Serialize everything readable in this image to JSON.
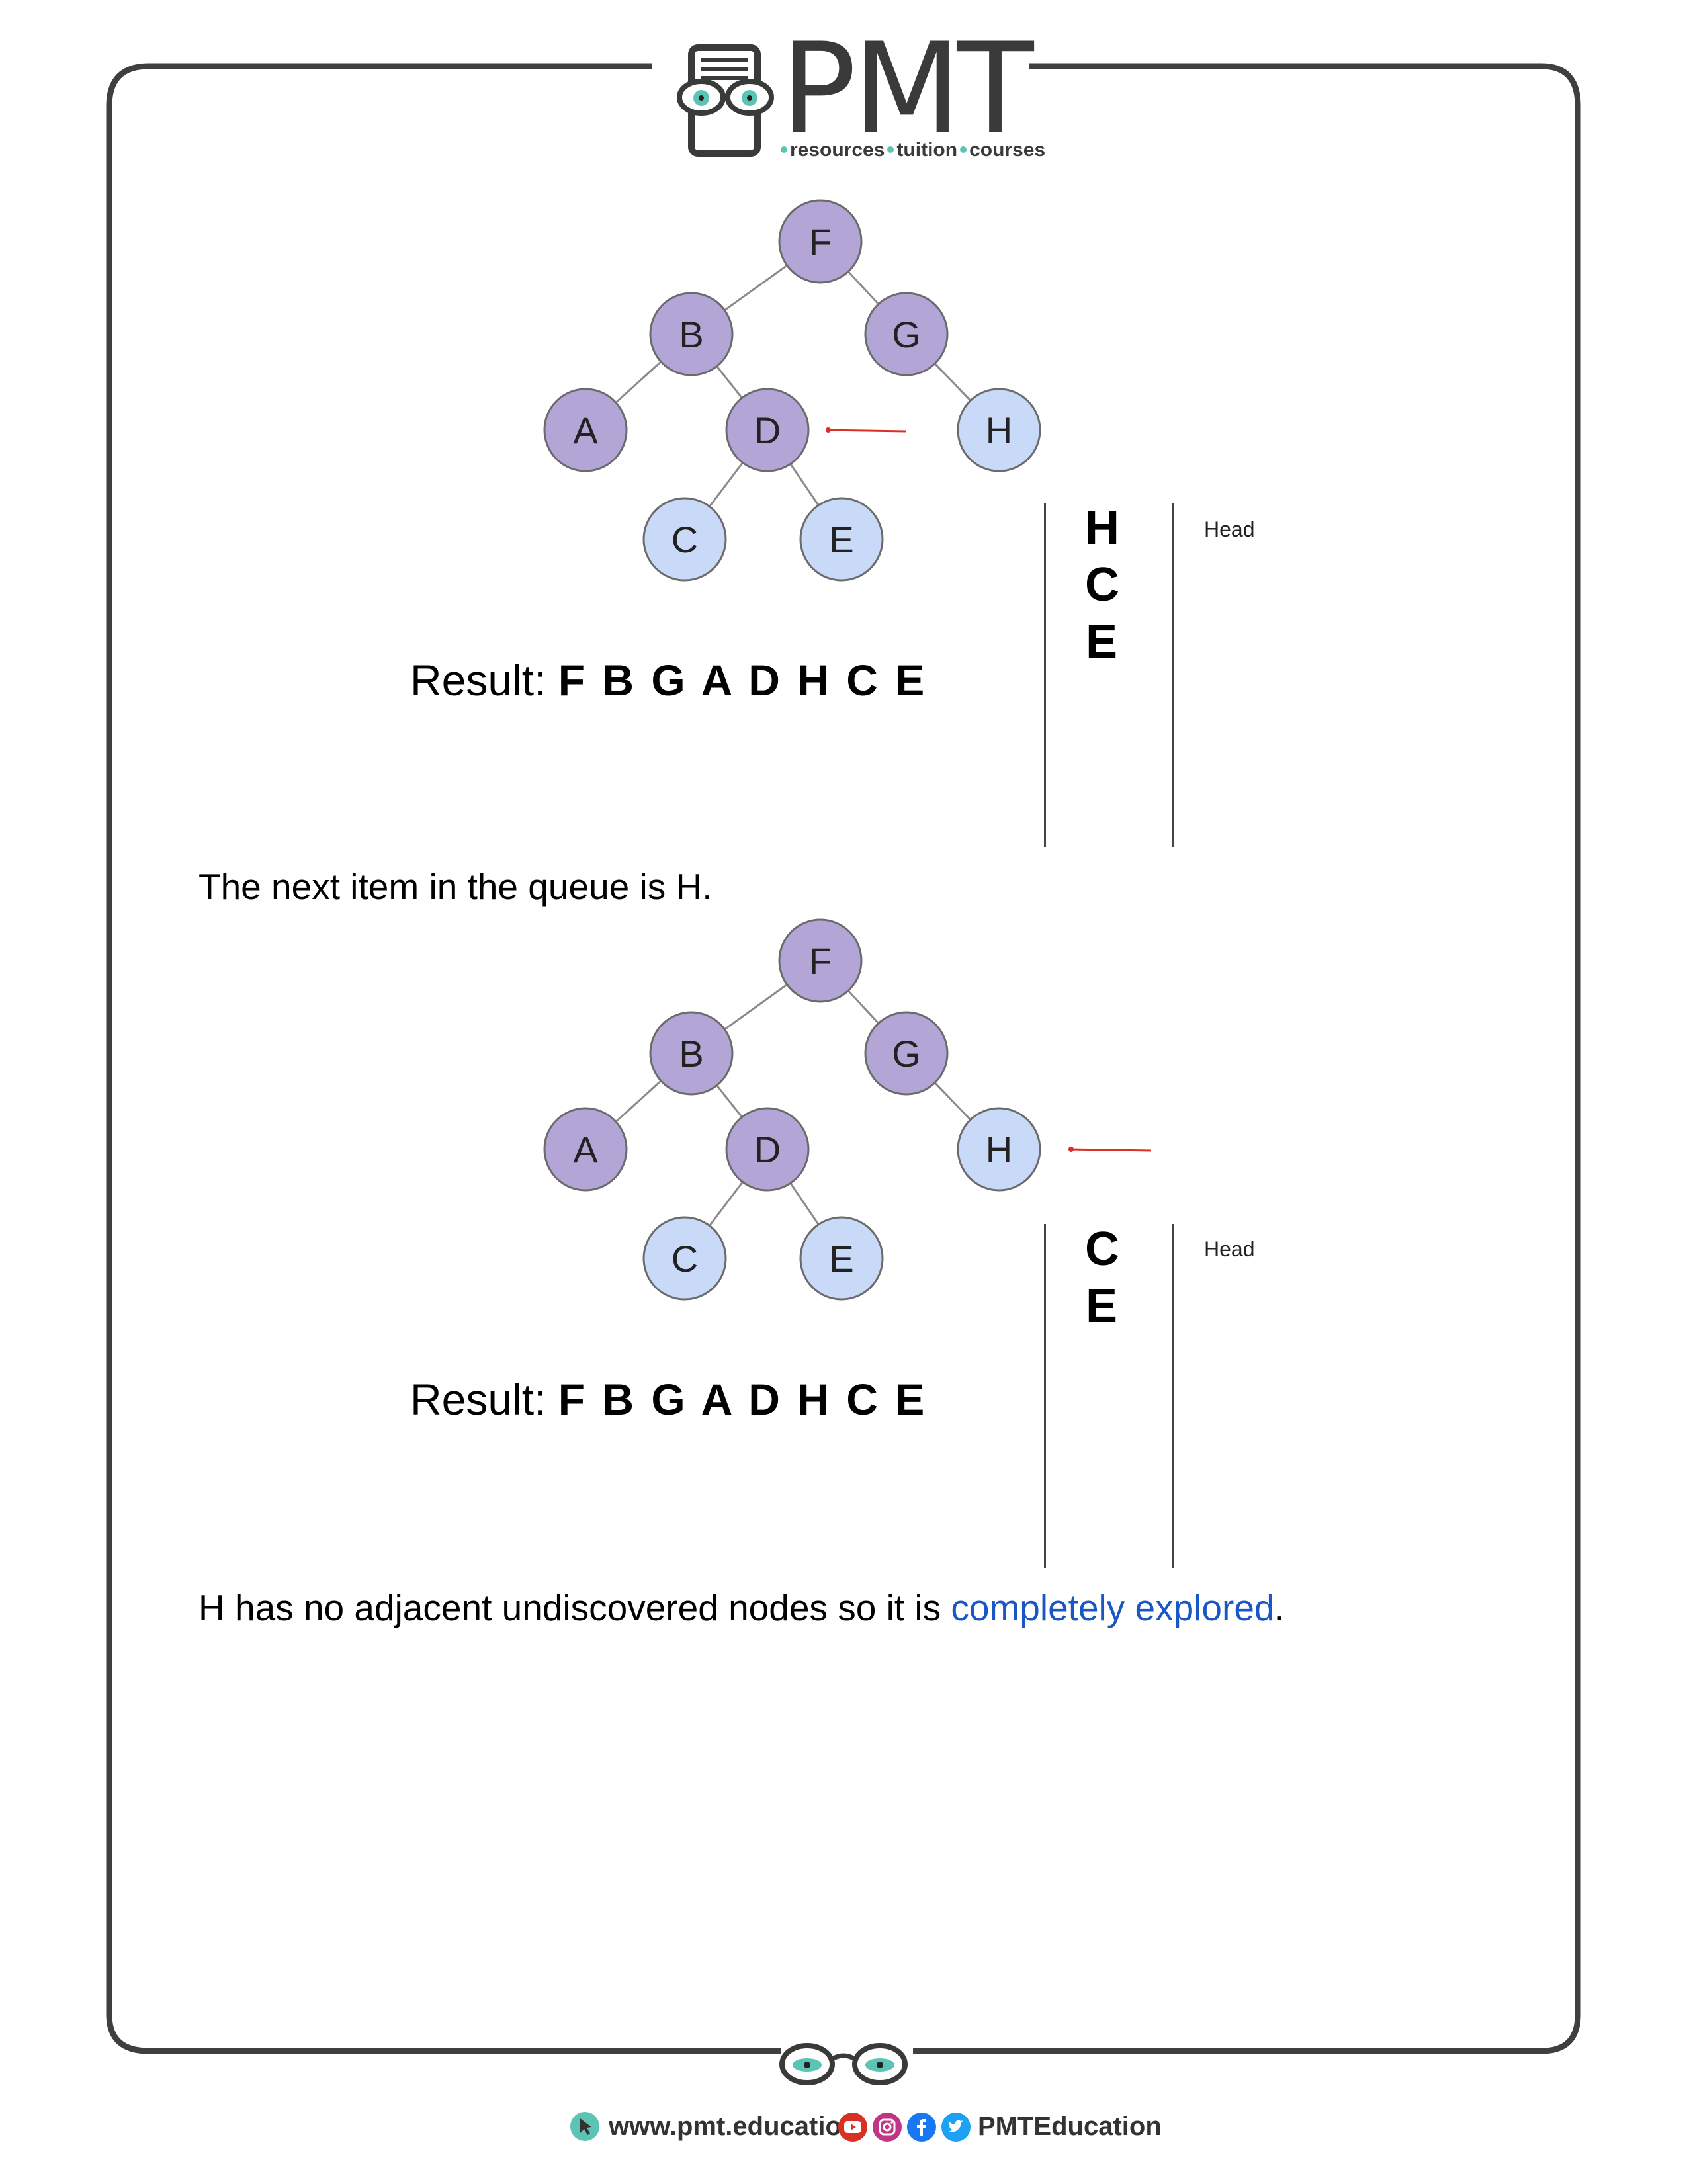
{
  "header": {
    "logo_text": "PMT",
    "tagline": [
      "resources",
      "tuition",
      "courses"
    ]
  },
  "diagram1": {
    "nodes": [
      {
        "label": "F",
        "state": "visited"
      },
      {
        "label": "B",
        "state": "visited"
      },
      {
        "label": "G",
        "state": "visited"
      },
      {
        "label": "A",
        "state": "visited"
      },
      {
        "label": "D",
        "state": "visited"
      },
      {
        "label": "H",
        "state": "queued"
      },
      {
        "label": "C",
        "state": "queued"
      },
      {
        "label": "E",
        "state": "queued"
      }
    ],
    "pointer_at": "D",
    "result_label": "Result:",
    "result_sequence": "F B G A D H C E",
    "queue": [
      "H",
      "C",
      "E"
    ],
    "head_label": "Head"
  },
  "paragraph1": "The next item in the queue is H.",
  "diagram2": {
    "nodes": [
      {
        "label": "F",
        "state": "visited"
      },
      {
        "label": "B",
        "state": "visited"
      },
      {
        "label": "G",
        "state": "visited"
      },
      {
        "label": "A",
        "state": "visited"
      },
      {
        "label": "D",
        "state": "visited"
      },
      {
        "label": "H",
        "state": "queued"
      },
      {
        "label": "C",
        "state": "queued"
      },
      {
        "label": "E",
        "state": "queued"
      }
    ],
    "pointer_at": "H",
    "result_label": "Result:",
    "result_sequence": "F B G A D H C E",
    "queue": [
      "C",
      "E"
    ],
    "head_label": "Head"
  },
  "paragraph2": {
    "before": "H has no adjacent undiscovered nodes so it is ",
    "highlight": "completely explored",
    "after": "."
  },
  "footer": {
    "url": "www.pmt.education",
    "brand": "PMTEducation"
  },
  "colors": {
    "visited": "#b3a6d6",
    "queued": "#c9daf8",
    "node_stroke": "#6b6b6b",
    "pointer": "#d93025",
    "highlight": "#1a56c6",
    "teal": "#5cc4b4"
  }
}
